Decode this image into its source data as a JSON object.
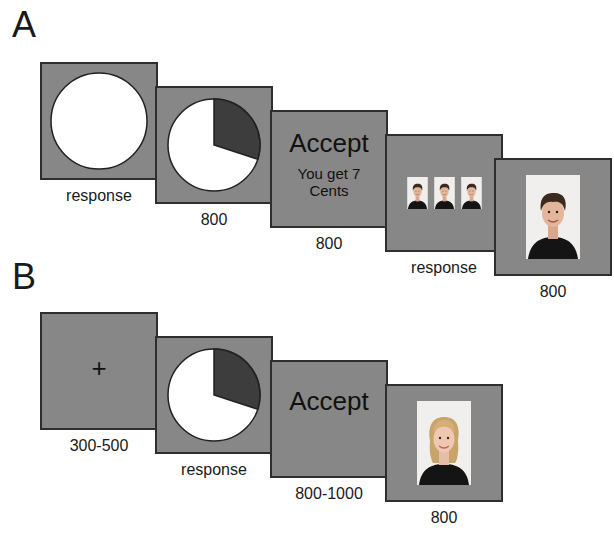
{
  "diagram": {
    "nodes": [
      {
        "text": [
          "?",
          "response"
        ]
      },
      {
        "text": [
          "7",
          "3",
          "800"
        ]
      },
      {
        "text": [
          "Accept",
          "You get 7 Cents",
          "800"
        ]
      },
      {
        "text": [
          "response"
        ]
      },
      {
        "text": [
          "800"
        ]
      },
      {
        "text": [
          "+",
          "300-500"
        ]
      },
      {
        "text": [
          "7",
          "3",
          "response"
        ]
      },
      {
        "text": [
          "Accept",
          "800-1000"
        ]
      },
      {
        "text": [
          "800"
        ]
      }
    ],
    "labels": [
      "A",
      "B"
    ]
  }
}
